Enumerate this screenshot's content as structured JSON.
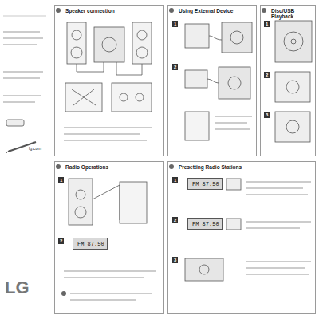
{
  "diagram": {
    "nodes": [
      {
        "text": [
          "Speaker connection"
        ]
      },
      {
        "text": [
          "Using External Device"
        ]
      },
      {
        "text": [
          "Disc/USB Playback"
        ]
      },
      {
        "text": [
          "Radio Operations"
        ]
      },
      {
        "text": [
          "Presetting Radio Stations"
        ]
      },
      {
        "text": [
          "FM 87.50"
        ],
        "in": 3
      },
      {
        "text": [
          "FM 87.50"
        ],
        "in": 4
      },
      {
        "text": [
          "FM 87.50"
        ],
        "in": 4
      }
    ],
    "labels": [
      "LG",
      "lg.com",
      "1",
      "2",
      "1",
      "2",
      "3",
      "1",
      "2",
      "1",
      "2",
      "3"
    ]
  }
}
